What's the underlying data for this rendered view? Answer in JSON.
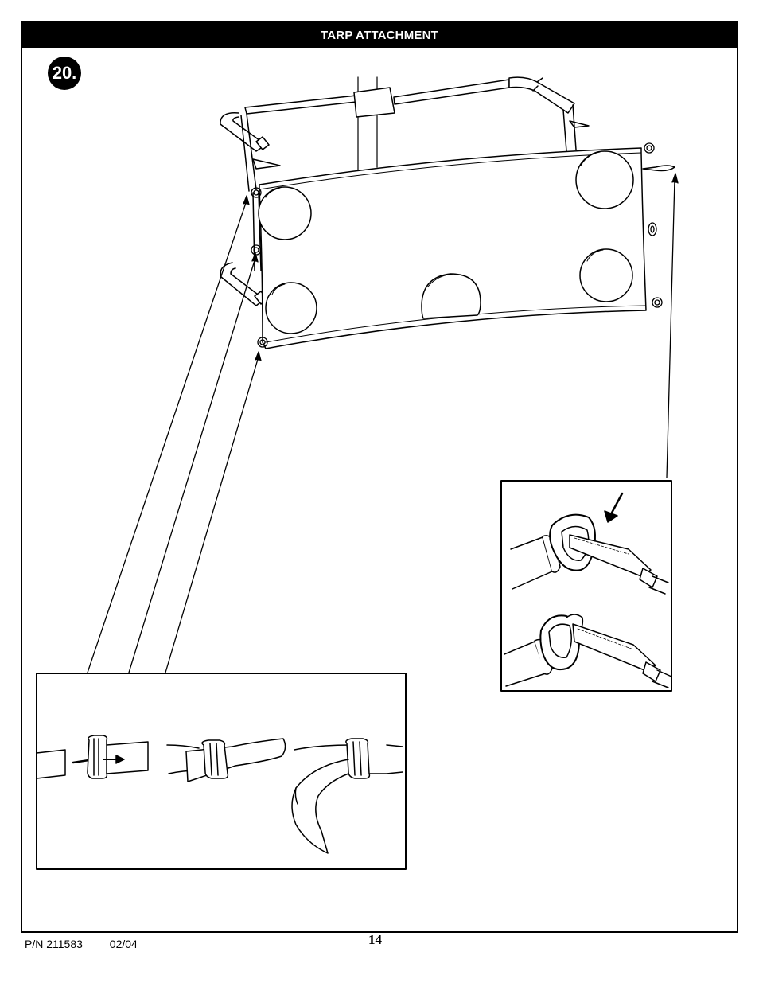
{
  "header": {
    "title": "TARP ATTACHMENT"
  },
  "step": {
    "number": "20."
  },
  "footer": {
    "part_number": "P/N 211583",
    "date": "02/04",
    "page": "14"
  }
}
